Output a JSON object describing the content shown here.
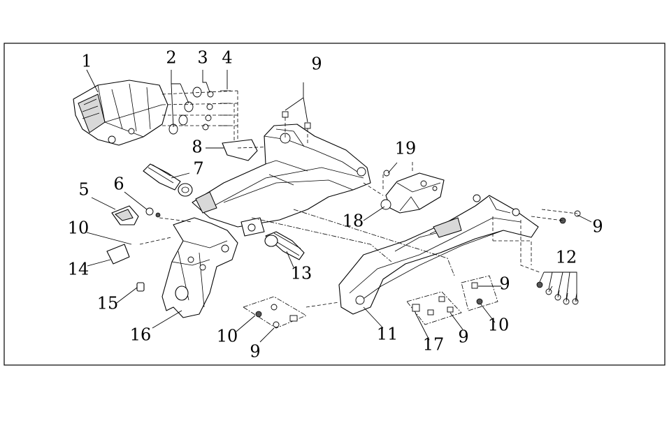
{
  "callouts": [
    {
      "id": "c1",
      "label": "1"
    },
    {
      "id": "c2",
      "label": "2"
    },
    {
      "id": "c3",
      "label": "3"
    },
    {
      "id": "c4",
      "label": "4"
    },
    {
      "id": "c5",
      "label": "5"
    },
    {
      "id": "c6",
      "label": "6"
    },
    {
      "id": "c7",
      "label": "7"
    },
    {
      "id": "c8",
      "label": "8"
    },
    {
      "id": "c9a",
      "label": "9"
    },
    {
      "id": "c9b",
      "label": "9"
    },
    {
      "id": "c9c",
      "label": "9"
    },
    {
      "id": "c9d",
      "label": "9"
    },
    {
      "id": "c9e",
      "label": "9"
    },
    {
      "id": "c10a",
      "label": "10"
    },
    {
      "id": "c10b",
      "label": "10"
    },
    {
      "id": "c10c",
      "label": "10"
    },
    {
      "id": "c11",
      "label": "11"
    },
    {
      "id": "c12",
      "label": "12"
    },
    {
      "id": "c13",
      "label": "13"
    },
    {
      "id": "c14",
      "label": "14"
    },
    {
      "id": "c15",
      "label": "15"
    },
    {
      "id": "c16",
      "label": "16"
    },
    {
      "id": "c17",
      "label": "17"
    },
    {
      "id": "c18",
      "label": "18"
    },
    {
      "id": "c19",
      "label": "19"
    }
  ]
}
